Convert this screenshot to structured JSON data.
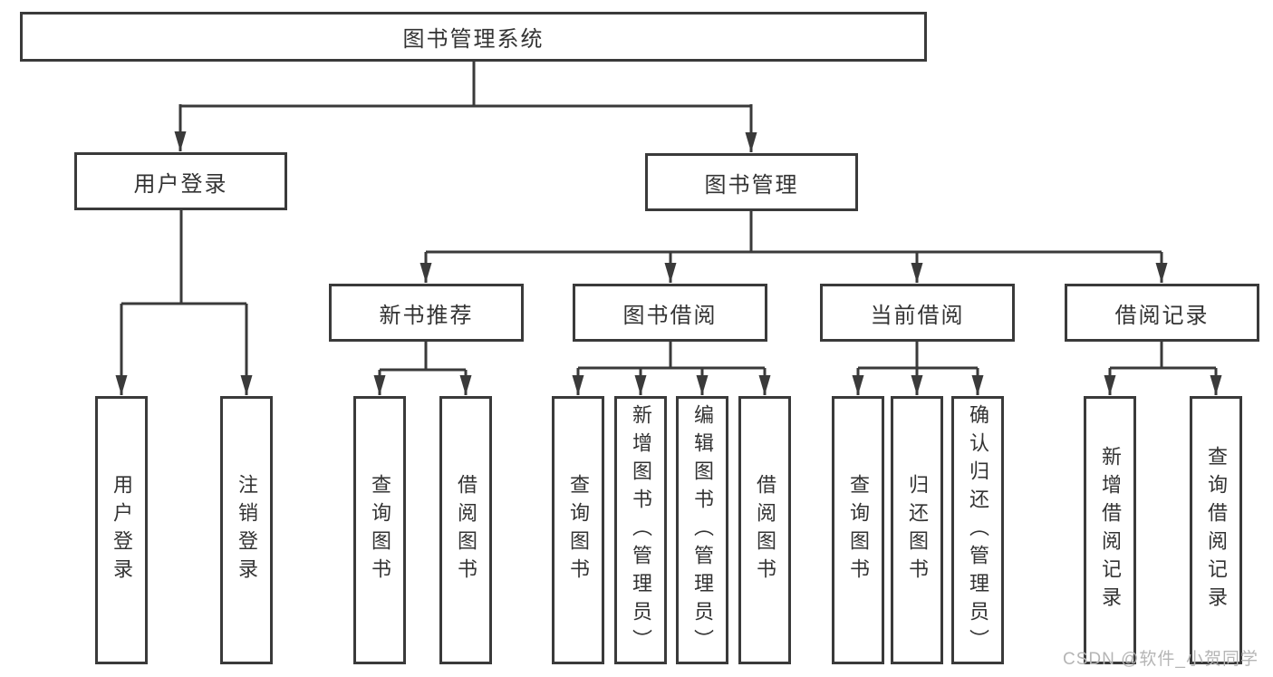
{
  "diagram": {
    "root": {
      "label": "图书管理系统"
    },
    "branches": [
      {
        "label": "用户登录",
        "children": [
          {
            "label": "用户登录"
          },
          {
            "label": "注销登录"
          }
        ]
      },
      {
        "label": "图书管理",
        "sections": [
          {
            "label": "新书推荐",
            "children": [
              {
                "label": "查询图书"
              },
              {
                "label": "借阅图书"
              }
            ]
          },
          {
            "label": "图书借阅",
            "children": [
              {
                "label": "查询图书"
              },
              {
                "label": "新增图书（管理员）"
              },
              {
                "label": "编辑图书（管理员）"
              },
              {
                "label": "借阅图书"
              }
            ]
          },
          {
            "label": "当前借阅",
            "children": [
              {
                "label": "查询图书"
              },
              {
                "label": "归还图书"
              },
              {
                "label": "确认归还（管理员）"
              }
            ]
          },
          {
            "label": "借阅记录",
            "children": [
              {
                "label": "新增借阅记录"
              },
              {
                "label": "查询借阅记录"
              }
            ]
          }
        ]
      }
    ],
    "watermark": "CSDN @软件_小贺同学",
    "colors": {
      "line": "#3a3a3a",
      "text": "#333333",
      "watermark": "#b5b5b5",
      "background": "#ffffff"
    }
  }
}
